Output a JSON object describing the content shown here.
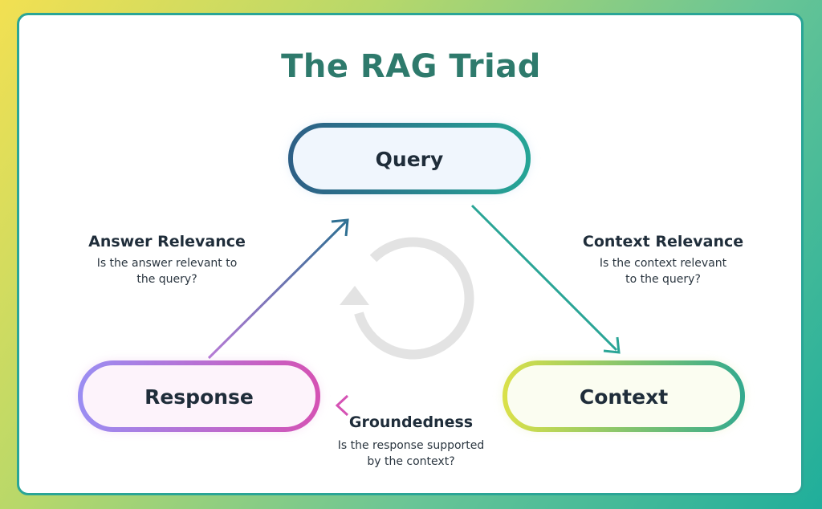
{
  "title": "The RAG Triad",
  "nodes": {
    "query": "Query",
    "context": "Context",
    "response": "Response"
  },
  "edges": {
    "context_relevance": {
      "title": "Context Relevance",
      "desc_line1": "Is the context relevant",
      "desc_line2": "to the query?"
    },
    "groundedness": {
      "title": "Groundedness",
      "desc_line1": "Is the response supported",
      "desc_line2": "by the context?"
    },
    "answer_relevance": {
      "title": "Answer Relevance",
      "desc_line1": "Is the answer relevant to",
      "desc_line2": "the query?"
    }
  },
  "icons": {
    "cycle": "refresh-icon"
  },
  "colors": {
    "title": "#2e7a6c",
    "query_border_start": "#2d5f86",
    "query_border_end": "#26a596",
    "context_border_start": "#d9e04a",
    "context_border_end": "#35aa8e",
    "response_border_start": "#9b8df2",
    "response_border_end": "#d452b4"
  }
}
